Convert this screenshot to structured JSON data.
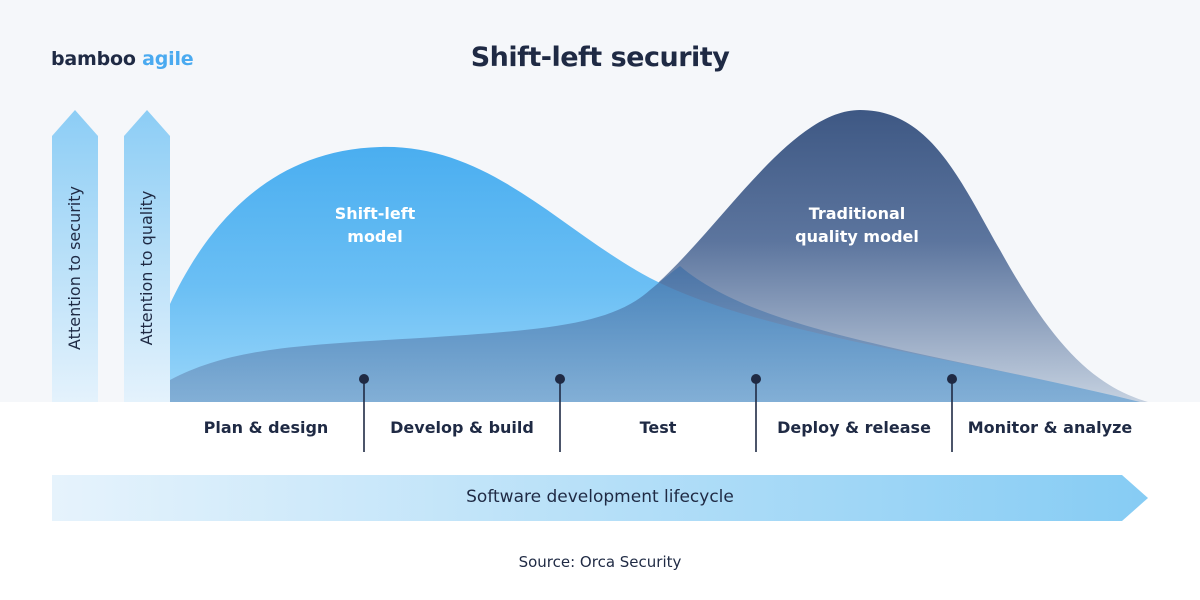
{
  "logo": {
    "part1": "bamboo",
    "part2": "agile"
  },
  "title": "Shift-left security",
  "axes": {
    "security": "Attention to security",
    "quality": "Attention to quality"
  },
  "curves": {
    "shift_left": {
      "line1": "Shift-left",
      "line2": "model",
      "color_top": "#4db0f0",
      "color_bottom": "#8dd0f8"
    },
    "traditional": {
      "line1": "Traditional",
      "line2": "quality model",
      "color_top": "#405a85",
      "color_bottom": "#b8c6d8"
    }
  },
  "stages": [
    "Plan & design",
    "Develop & build",
    "Test",
    "Deploy & release",
    "Monitor & analyze"
  ],
  "lifecycle_label": "Software development lifecycle",
  "source": "Source: Orca Security",
  "colors": {
    "text_dark": "#1f2a44",
    "accent_blue": "#4aaaf0",
    "arrow_blue": "#8fcff4"
  }
}
